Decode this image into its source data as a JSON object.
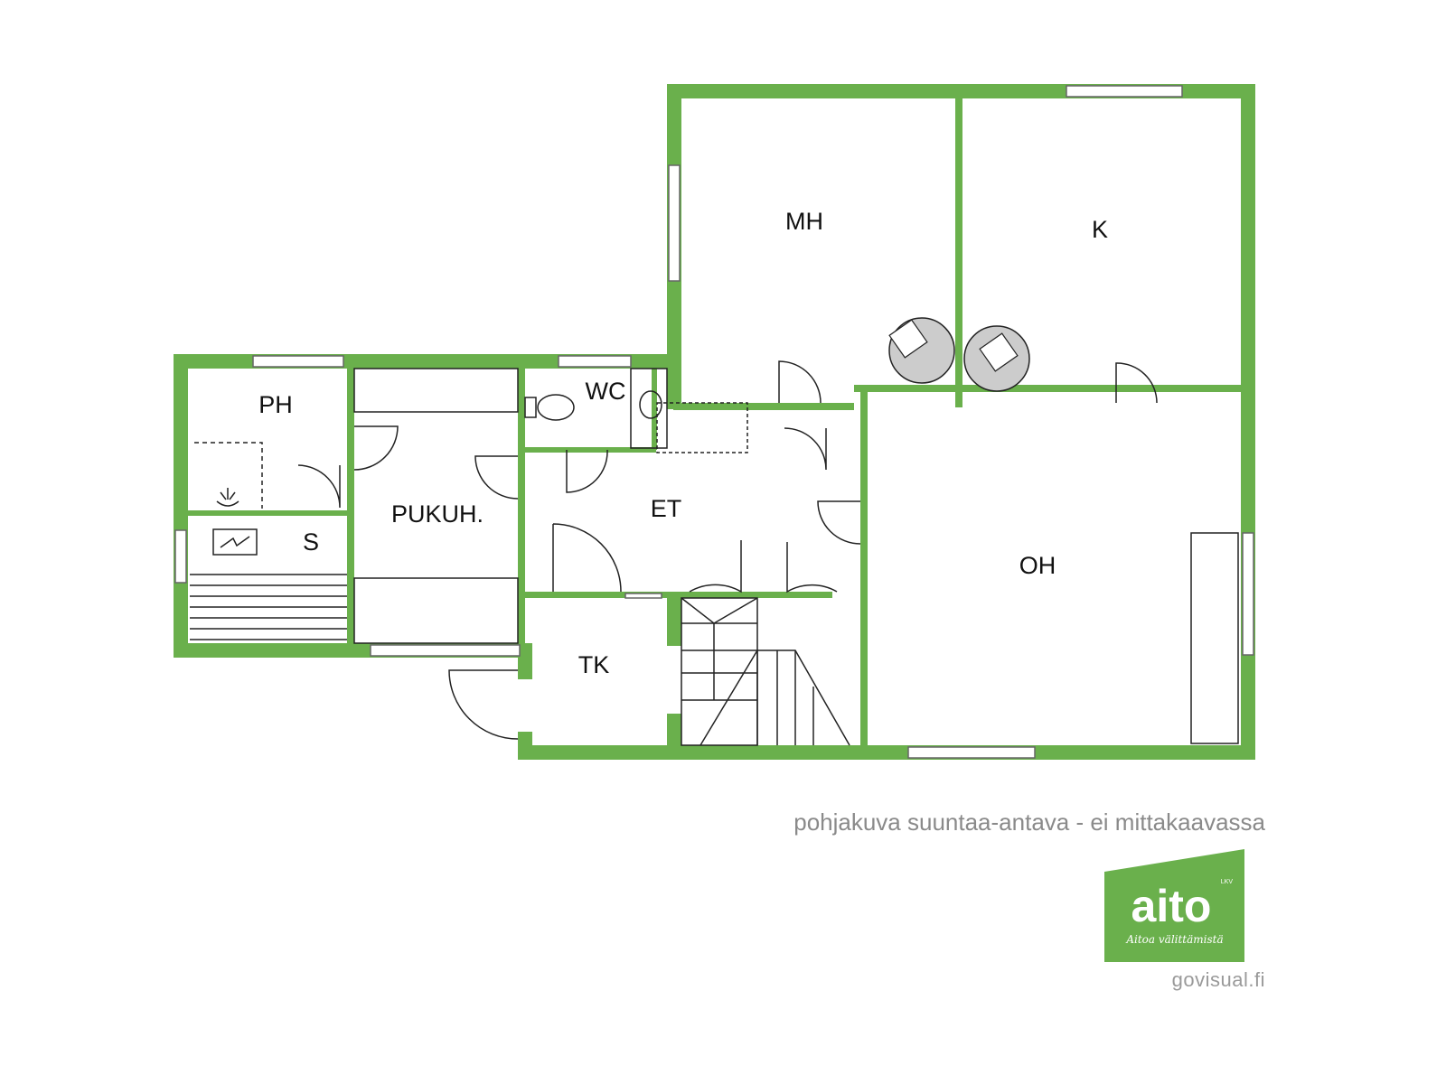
{
  "rooms": {
    "mh": "MH",
    "k": "K",
    "ph": "PH",
    "wc": "WC",
    "pukuh": "PUKUH.",
    "et": "ET",
    "s": "S",
    "oh": "OH",
    "tk": "TK"
  },
  "caption": "pohjakuva suuntaa-antava - ei mittakaavassa",
  "logo": {
    "brand": "aito",
    "badge": "LKV",
    "tagline": "Aitoa välittämistä"
  },
  "credit": "govisual.fi",
  "colors": {
    "wall": "#6ab04c",
    "line": "#222222",
    "caption": "#8a8a8a"
  }
}
